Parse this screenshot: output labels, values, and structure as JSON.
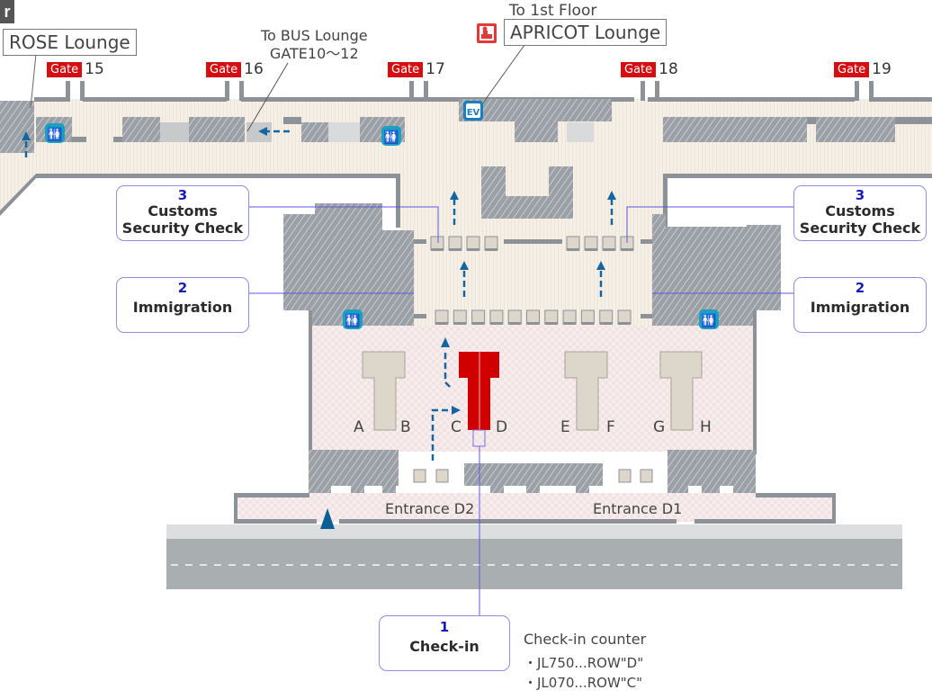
{
  "floor_tag": "r",
  "lounges": {
    "rose": "ROSE Lounge",
    "apricot": "APRICOT Lounge",
    "apricot_note": "To 1st Floor"
  },
  "bus_lounge": {
    "line1": "To BUS Lounge",
    "line2": "GATE10〜12"
  },
  "gates": [
    {
      "tag": "Gate",
      "number": "15"
    },
    {
      "tag": "Gate",
      "number": "16"
    },
    {
      "tag": "Gate",
      "number": "17"
    },
    {
      "tag": "Gate",
      "number": "18"
    },
    {
      "tag": "Gate",
      "number": "19"
    }
  ],
  "icons": {
    "restroom": "restroom-icon",
    "elevator": "elevator-icon",
    "elevator_label": "EV",
    "lounge": "lounge-icon",
    "arrow": "direction-arrow-icon",
    "you_are_here": "entrance-marker-icon"
  },
  "steps": [
    {
      "number": "1",
      "title": "Check-in"
    },
    {
      "number": "2",
      "title": "Immigration"
    },
    {
      "number": "3",
      "title_line1": "Customs",
      "title_line2": "Security Check"
    }
  ],
  "counters": [
    "A",
    "B",
    "C",
    "D",
    "E",
    "F",
    "G",
    "H"
  ],
  "entrances": [
    "Entrance D2",
    "Entrance D1"
  ],
  "checkin_info": {
    "heading": "Check-in counter",
    "rows": [
      "・JL750...ROW\"D\"",
      "・JL070...ROW\"C\""
    ]
  },
  "colors": {
    "gate_red": "#d30f12",
    "highlight_counter": "#d00000",
    "step_number": "#1a1ab8",
    "arrow_blue": "#1565a0",
    "restroom_teal": "#1aa0c0",
    "leader_line": "#5a5ae0"
  }
}
